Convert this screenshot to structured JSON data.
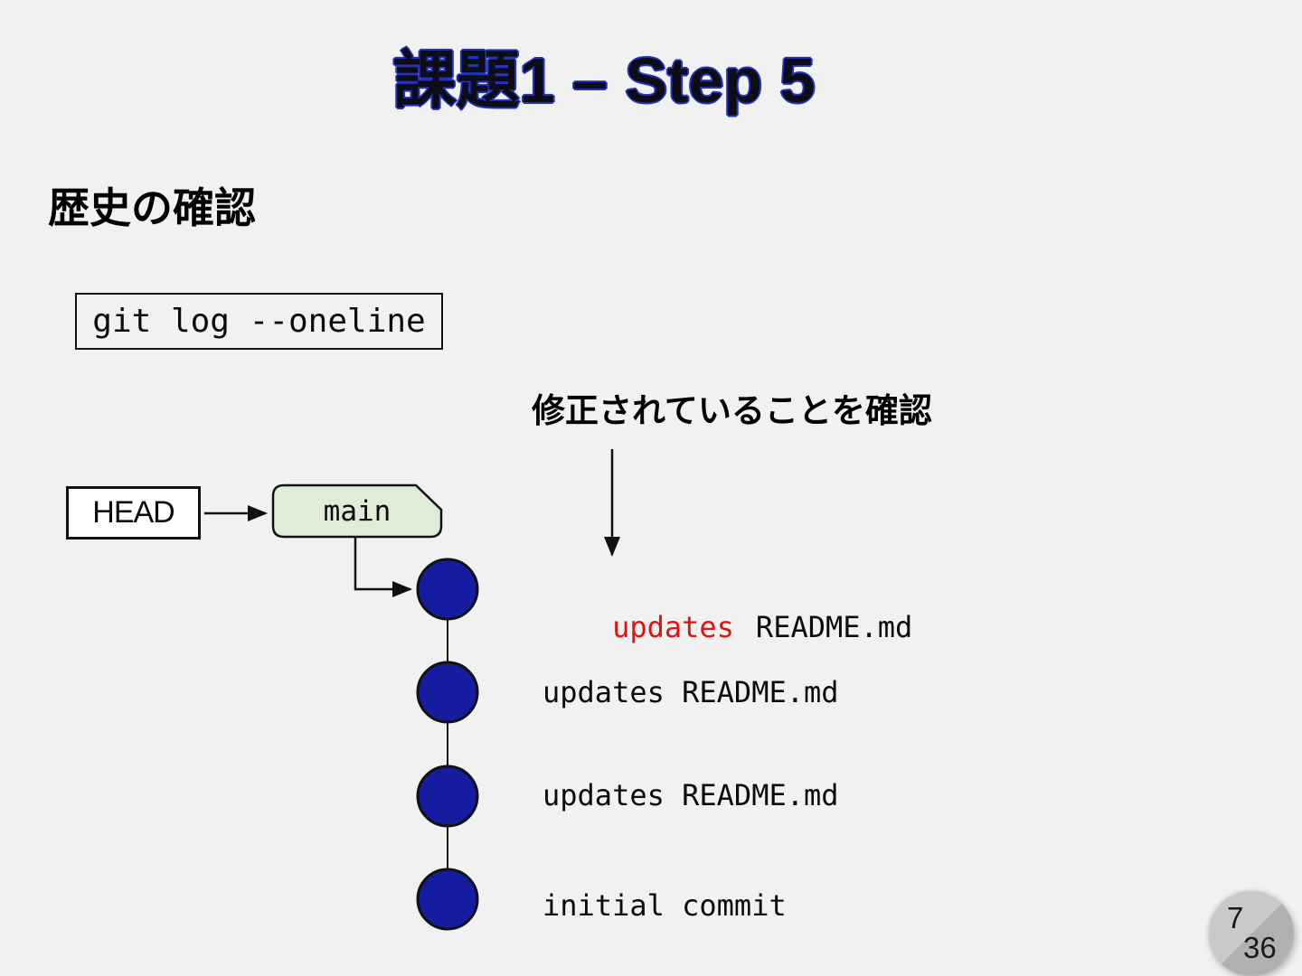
{
  "slide": {
    "title": "課題1 – Step 5",
    "section_heading": "歴史の確認",
    "command": "git log --oneline",
    "annotation": "修正されていることを確認",
    "head_label": "HEAD",
    "branch_label": "main",
    "commits": [
      {
        "highlight": "updates",
        "message": "README.md"
      },
      {
        "message": "updates README.md"
      },
      {
        "message": "updates README.md"
      },
      {
        "message": "initial commit"
      }
    ],
    "page": {
      "current": "7",
      "total": "36"
    },
    "colors": {
      "background": "#f1f1f2",
      "title_fill": "#0d0d18",
      "title_outline": "#2433c0",
      "commit_node_fill": "#161ca0",
      "commit_node_stroke": "#111111",
      "branch_tag_fill": "#dfecd6",
      "highlight_red": "#e01212",
      "head_box_fill": "#ffffff",
      "badge_light": "#c9c9c9",
      "badge_dark": "#b1b1b1"
    }
  }
}
